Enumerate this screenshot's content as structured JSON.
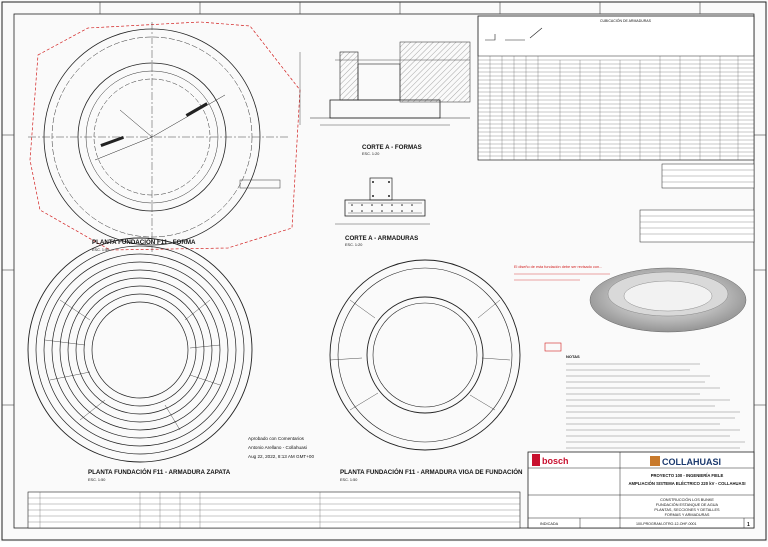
{
  "drawing": {
    "views": {
      "plan_forma": {
        "title": "PLANTA FUNDACIÓN F11 - FORMA",
        "scale": "ESC. 1:50"
      },
      "corte_formas": {
        "title": "CORTE A - FORMAS",
        "scale": "ESC. 1:20"
      },
      "corte_armaduras": {
        "title": "CORTE A - ARMADURAS",
        "scale": "ESC. 1:20"
      },
      "plan_zapata": {
        "title": "PLANTA FUNDACIÓN F11 - ARMADURA ZAPATA",
        "scale": "ESC. 1:50"
      },
      "plan_viga": {
        "title": "PLANTA FUNDACIÓN F11 - ARMADURA VIGA DE FUNDACIÓN",
        "scale": "ESC. 1:50"
      }
    },
    "schedule_title": "CUBICACIÓN DE ARMADURAS",
    "note_red": "El diseño de esta fundación debe ser revisado con...",
    "notes_title": "NOTAS",
    "stamp": {
      "line1": "Aprobado con Comentarios",
      "line2": "Antonio Arellano - Collahuasi",
      "line3": "Aug 22, 2022, 8:13 AM GMT+00"
    },
    "title_block": {
      "designer": "bosch",
      "owner": "COLLAHUASI",
      "project_line1": "PROYECTO 100 - INGENIERÍA FIELE",
      "project_line2": "AMPLIACIÓN SISTEMA ELÉCTRICO 220 kV - COLLAHUASI",
      "desc_line1": "CONSTRUCCIÓN LOS BUNKE",
      "desc_line2": "FUNDACIÓN ESTANQUE DE AGUA",
      "desc_line3": "PLANTAS, SECCIONES Y DETALLES",
      "desc_line4": "FORMAS Y ARMADURAS",
      "scale_label": "INDICADA",
      "doc_number": "100-PROGRAM-OTRO-12-OHF-0001",
      "sheet": "1"
    }
  }
}
